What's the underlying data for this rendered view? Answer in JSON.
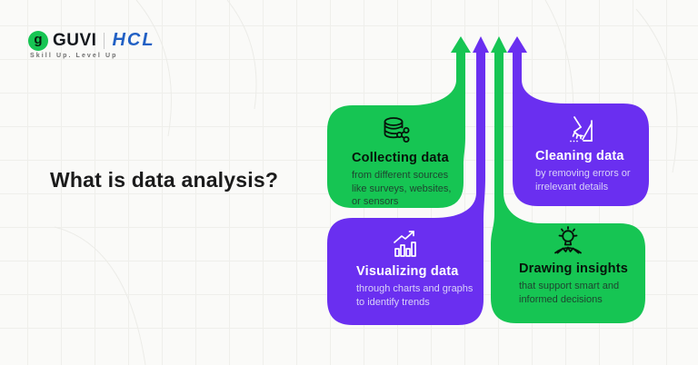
{
  "brand": {
    "guvi": "GUVI",
    "guvi_mark_letter": "g",
    "hcl": "HCL",
    "tagline": "Skill Up. Level Up"
  },
  "title": "What is data analysis?",
  "colors": {
    "green": "#16C553",
    "purple": "#6A2FF0",
    "background": "#FAFAF8",
    "hcl_blue": "#2160C4"
  },
  "cards": [
    {
      "id": "collecting",
      "title": "Collecting data",
      "desc": "from different sources like surveys, websites, or sensors",
      "icon": "database-share-icon",
      "color": "green"
    },
    {
      "id": "cleaning",
      "title": "Cleaning data",
      "desc": "by removing errors or irrelevant details",
      "icon": "broom-sweep-icon",
      "color": "purple"
    },
    {
      "id": "visualizing",
      "title": "Visualizing data",
      "desc": "through charts and graphs to identify trends",
      "icon": "bar-chart-growth-icon",
      "color": "purple"
    },
    {
      "id": "insights",
      "title": "Drawing insights",
      "desc": "that support smart and informed decisions",
      "icon": "lightbulb-hands-icon",
      "color": "green"
    }
  ]
}
